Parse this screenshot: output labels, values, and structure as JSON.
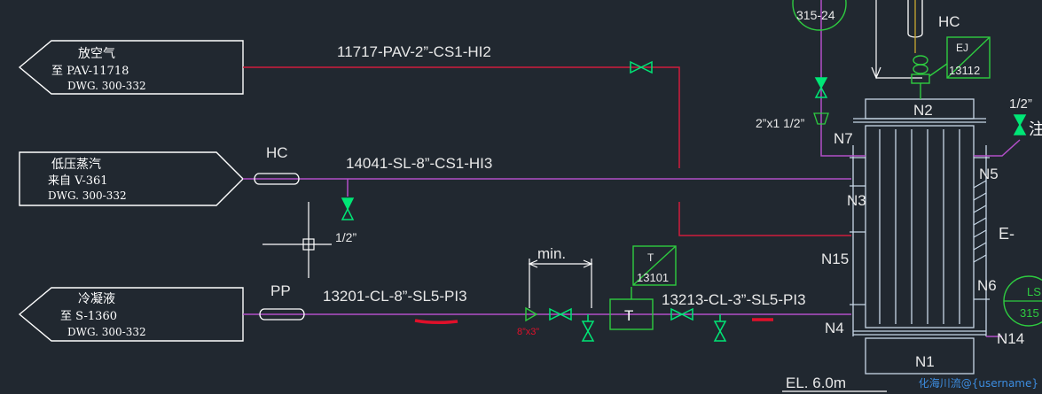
{
  "colors": {
    "background": "#212830",
    "pipe_vent": "#d01c3c",
    "pipe_steam": "#b24fc8",
    "equipment": "#c8d8e8",
    "instrument": "#2ecc40",
    "valve": "#00e676",
    "markup": "#e0102a",
    "text": "#e8e8e8"
  },
  "offsheet": [
    {
      "title": "放空气",
      "line2": "至 PAV-11718",
      "line3": "DWG. 300-332"
    },
    {
      "title": "低压蒸汽",
      "line2": "来自 V-361",
      "line3": "DWG. 300-332"
    },
    {
      "title": "冷凝液",
      "line2": "至 S-1360",
      "line3": "DWG. 300-332"
    }
  ],
  "line_numbers": {
    "vent": "11717-PAV-2”-CS1-HI2",
    "steam": "14041-SL-8”-CS1-HI3",
    "condensate_1": "13201-CL-8”-SL5-PI3",
    "condensate_2": "13213-CL-3”-SL5-PI3"
  },
  "labels": {
    "hc_left": "HC",
    "pp": "PP",
    "half_inch_left": "1/2”",
    "min": "min.",
    "reducer": "8”x3”",
    "trap": "T",
    "hc_top": "HC",
    "two_by_half": "2”x1 1/2”",
    "half_inch_right": "1/2”",
    "equip_tag": "E-",
    "elevation": "EL. 6.0m",
    "partial_char": "注",
    "top_instrument": "315-24",
    "right_instrument_top": "LS",
    "right_instrument_bottom": "315"
  },
  "instruments": [
    {
      "top": "T",
      "bottom": "13101"
    },
    {
      "top": "EJ",
      "bottom": "13112"
    }
  ],
  "nozzles": [
    "N1",
    "N2",
    "N3",
    "N4",
    "N5",
    "N6",
    "N7",
    "N14",
    "N15"
  ],
  "watermark": "化海川流@{username}"
}
